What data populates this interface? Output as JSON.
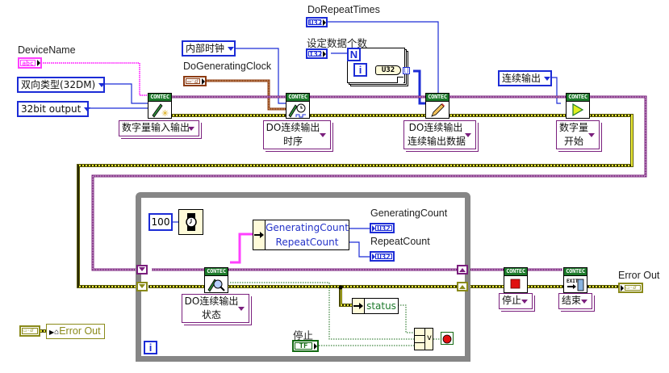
{
  "diagram": {
    "title": "LabVIEW block diagram - CONTEC DO continuous output",
    "colors": {
      "task_wire": "#7a1f7d",
      "error_wire": "#8a8a1a",
      "error_wire_fill": "#ecec3a",
      "numeric_wire": "#1c2cd6",
      "string_wire": "#ff40ff",
      "cluster_wire": "#8c3b12",
      "boolean_wire": "#136a13",
      "loop_border": "#868686",
      "contec_header": "#1d7a2b"
    },
    "controls": {
      "device_name": {
        "label": "DeviceName",
        "type": "abc"
      },
      "do_generating_clock": {
        "label": "DoGeneratingClock",
        "type": "cluster"
      },
      "do_repeat_times": {
        "label": "DoRepeatTimes",
        "type": "U32"
      },
      "data_count": {
        "label": "设定数据个数",
        "type": "I32"
      }
    },
    "constants": {
      "io_type": {
        "value": "双向类型(32DM)"
      },
      "bit_output": {
        "value": "32bit output"
      },
      "clock_source": {
        "value": "内部时钟"
      },
      "output_mode": {
        "value": "连续输出"
      },
      "wait_ms": {
        "value": "100"
      }
    },
    "for_loop": {
      "count_terminal": "N",
      "iteration_terminal": "i",
      "convert": "U32",
      "indexing": "[]"
    },
    "vis": [
      {
        "id": "init",
        "header": "CONTEC",
        "icon": "init-icon",
        "selector": "数字量输入输出"
      },
      {
        "id": "timing",
        "header": "CONTEC",
        "icon": "clock-icon",
        "selector_line1": "DO连续输出",
        "selector_line2": "时序"
      },
      {
        "id": "write",
        "header": "CONTEC",
        "icon": "pencil-icon",
        "selector_line1": "DO连续输出",
        "selector_line2": "连续输出数据"
      },
      {
        "id": "start",
        "header": "CONTEC",
        "icon": "play-icon",
        "selector_line1": "数字量",
        "selector_line2": "开始"
      },
      {
        "id": "status",
        "header": "CONTEC",
        "icon": "magnifier-icon",
        "selector_line1": "DO连续输出",
        "selector_line2": "状态"
      },
      {
        "id": "stop",
        "header": "CONTEC",
        "icon": "stop-icon",
        "selector": "停止"
      },
      {
        "id": "exit",
        "header": "CONTEC",
        "icon": "exit-icon",
        "icon_text": "EXIT",
        "selector": "结束"
      }
    ],
    "unbundle": {
      "fields": [
        "GeneratingCount",
        "RepeatCount"
      ]
    },
    "indicators": {
      "generating_count": {
        "label": "GeneratingCount",
        "type": "U32"
      },
      "repeat_count": {
        "label": "RepeatCount",
        "type": "U32"
      },
      "error_out": {
        "label": "Error Out"
      },
      "error_out_local": {
        "label": "Error Out"
      }
    },
    "status_unbundle": {
      "field": "status"
    },
    "or_gate": {
      "symbol": "v"
    },
    "stop_button": {
      "label": "停止",
      "value": "TF"
    },
    "while_loop": {
      "iteration_terminal": "i"
    }
  }
}
